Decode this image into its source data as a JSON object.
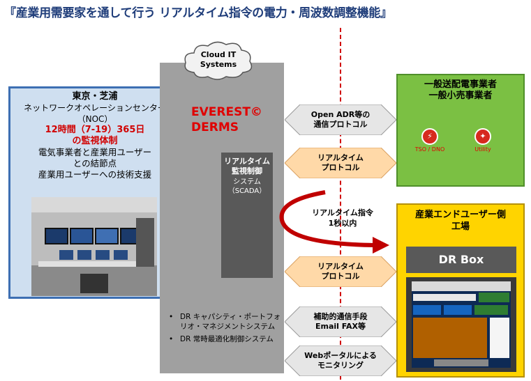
{
  "title": "『産業用需要家を通して行う リアルタイム指令の電力・周波数調整機能』",
  "cloud": {
    "line1": "Cloud  IT",
    "line2": "Systems"
  },
  "noc": {
    "line1": "東京・芝浦",
    "line2": "ネットワークオペレーションセンター",
    "line3": "（NOC）",
    "line4": "12時間（7-19）365日",
    "line5": "の監視体制",
    "line6": "電気事業者と産業用ユーザー",
    "line7": "との結節点",
    "line8": "産業用ユーザーへの技術支援"
  },
  "everest": {
    "line1": "EVEREST©",
    "line2": "DERMS"
  },
  "scada": {
    "line1": "リアルタイム",
    "line2": "監視制御",
    "line3": "システム",
    "line4": "（SCADA）"
  },
  "bullets": [
    "DR キャパシティ・ポートフォリオ・マネジメントシステム",
    "DR 常時最適化制御システム"
  ],
  "arrows": {
    "openadr": {
      "line1": "Open ADR等の",
      "line2": "通信プロトコル"
    },
    "rt1": {
      "line1": "リアルタイム",
      "line2": "プロトコル"
    },
    "command": {
      "line1": "リアルタイム指令",
      "line2": "1秒以内"
    },
    "rt2": {
      "line1": "リアルタイム",
      "line2": "プロトコル"
    },
    "aux": {
      "line1": "補助的通信手段",
      "line2": "Email FAX等"
    },
    "web": {
      "line1": "Webポータルによる",
      "line2": "モニタリング"
    }
  },
  "tso": {
    "line1": "一般送配電事業者",
    "line2": "一般小売事業者",
    "badge1": "TSO / DNO",
    "badge2": "Utility"
  },
  "enduser": {
    "line1": "産業エンドユーザー側",
    "line2": "工場",
    "drbox": "DR Box"
  },
  "colors": {
    "title": "#1f3d7a",
    "accent_red": "#e00000",
    "tso_green": "#7bc043",
    "enduser_yellow": "#ffd400",
    "arrow_orange": "#ffd9a8",
    "arrow_grey": "#e6e6e6"
  }
}
